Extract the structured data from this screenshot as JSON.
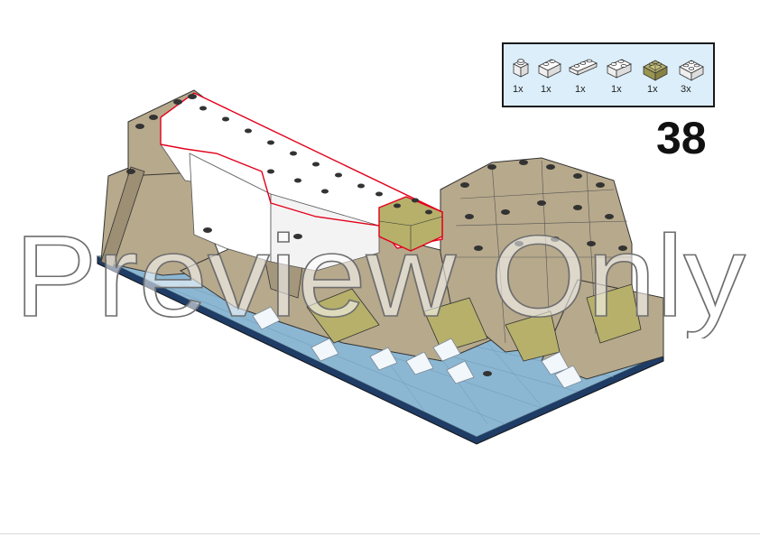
{
  "step": {
    "number": "38"
  },
  "parts_list": [
    {
      "icon": "brick-1x1-white-icon",
      "quantity": "1x"
    },
    {
      "icon": "brick-1x2-white-icon",
      "quantity": "1x"
    },
    {
      "icon": "plate-1x3-white-icon",
      "quantity": "1x"
    },
    {
      "icon": "brick-1x2-jumper-white-icon",
      "quantity": "1x"
    },
    {
      "icon": "slope-2x2-olive-icon",
      "quantity": "1x"
    },
    {
      "icon": "brick-2x2-white-icon",
      "quantity": "3x"
    }
  ],
  "watermark": {
    "text": "Preview Only"
  },
  "colors": {
    "white": "#ffffff",
    "tan": "#b7a98c",
    "olive": "#b6b06b",
    "water": "#8cb7d3",
    "navy": "#1f3c66",
    "highlight": "#e3001b"
  }
}
